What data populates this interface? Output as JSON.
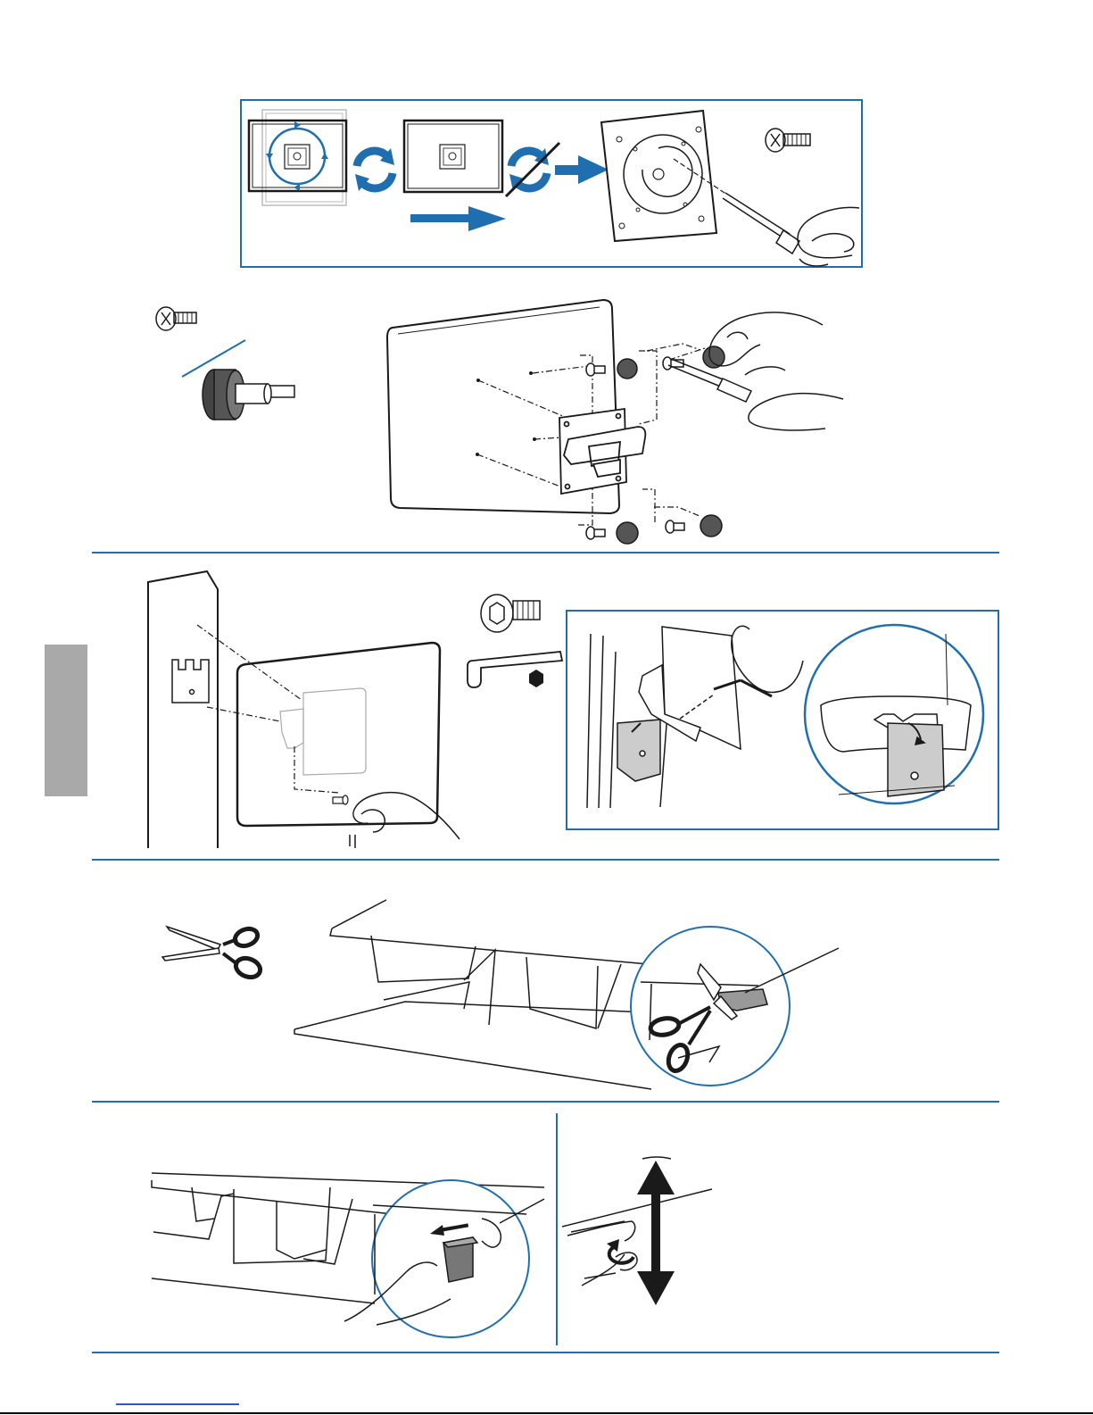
{
  "document": {
    "colors": {
      "accent_blue": "#1f6fb0",
      "side_tab_gray": "#a9a9a9",
      "line_black": "#1a1a1a",
      "link_blue": "#2b59c3"
    },
    "steps": [
      {
        "id": "step-1",
        "description_icons": [
          "rotate-icon",
          "no-rotate-icon",
          "arrow-right-icon",
          "screw-icon",
          "screwdriver-icon",
          "hand-icon"
        ]
      },
      {
        "id": "step-2",
        "description_icons": [
          "screw-icon",
          "thumbscrew-icon",
          "bracket-icon",
          "hand-icon"
        ]
      },
      {
        "id": "step-3",
        "description_icons": [
          "hex-screw-icon",
          "hex-key-icon",
          "hex-icon",
          "hand-icon",
          "arrow-icon"
        ]
      },
      {
        "id": "step-4",
        "description_icons": [
          "scissors-icon"
        ]
      },
      {
        "id": "step-5",
        "description_icons": [
          "slide-arrow-icon",
          "hand-icon"
        ]
      },
      {
        "id": "step-6",
        "description_icons": [
          "up-down-arrow-icon",
          "rotate-arrow-icon",
          "hand-icon"
        ]
      }
    ]
  }
}
